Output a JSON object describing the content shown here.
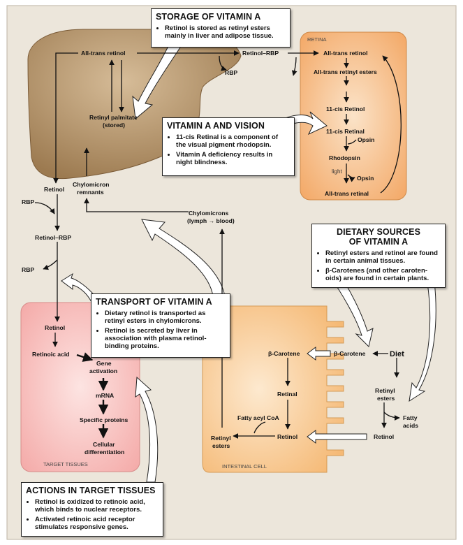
{
  "labels": {
    "all_trans_retinol_liver": "All-trans retinol",
    "retinyl_palmitate": "Retinyl palmitate",
    "stored": "(stored)",
    "retinol_rbp_top": "Retinol–RBP",
    "rbp_top": "RBP",
    "retina_label": "RETINA",
    "retina_all_trans_retinol": "All-trans retinol",
    "all_trans_retinyl_esters": "All-trans retinyl esters",
    "eleven_cis_retinol": "11-cis Retinol",
    "eleven_cis_retinal": "11-cis Retinal",
    "opsin_1": "Opsin",
    "rhodopsin": "Rhodopsin",
    "light": "light",
    "opsin_2": "Opsin",
    "all_trans_retinal": "All-trans retinal",
    "retinol_left": "Retinol",
    "chylomicron_remnants_1": "Chylomicron",
    "chylomicron_remnants_2": "remnants",
    "rbp_left": "RBP",
    "retinol_rbp_left": "Retinol–RBP",
    "rbp_left_out": "RBP",
    "chylomicrons_1": "Chylomicrons",
    "chylomicrons_2": "(lymph → blood)",
    "target_retinol": "Retinol",
    "retinoic_acid": "Retinoic acid",
    "gene_activation_1": "Gene",
    "gene_activation_2": "activation",
    "mrna": "mRNA",
    "specific_proteins": "Specific proteins",
    "cellular_1": "Cellular",
    "cellular_2": "differentiation",
    "target_tissues": "TARGET TISSUES",
    "beta_carotene_cell": "β-Carotene",
    "beta_carotene_diet": "β-Carotene",
    "diet": "Diet",
    "retinal_cell": "Retinal",
    "fatty_acyl_coa": "Fatty acyl CoA",
    "retinyl_esters_cell_1": "Retinyl",
    "retinyl_esters_cell_2": "esters",
    "retinol_cell": "Retinol",
    "retinyl_esters_diet_1": "Retinyl",
    "retinyl_esters_diet_2": "esters",
    "fatty_acids_1": "Fatty",
    "fatty_acids_2": "acids",
    "retinol_diet": "Retinol",
    "intestinal_cell": "INTESTINAL CELL"
  },
  "boxes": {
    "storage": {
      "title": "STORAGE OF VITAMIN A",
      "items": [
        "Retinol is stored as retinyl esters mainly in liver and adipose tissue."
      ]
    },
    "vision": {
      "title": "VITAMIN A AND VISION",
      "items": [
        "11-cis Retinal is a component of the visual pigment rhodopsin.",
        "Vitamin A deficiency results in night blindness."
      ]
    },
    "dietary": {
      "title1": "DIETARY SOURCES",
      "title2": "OF VITAMIN A",
      "items": [
        "Retinyl esters and retinol are found in certain animal tissues.",
        "β-Carotenes (and other caroten-oids) are found in certain plants."
      ]
    },
    "transport": {
      "title": "TRANSPORT OF VITAMIN A",
      "items": [
        "Dietary retinol is transported as retinyl esters in chylomicrons.",
        "Retinol is secreted by liver in association with plasma retinol-binding proteins."
      ]
    },
    "actions": {
      "title": "ACTIONS IN TARGET TISSUES",
      "items": [
        "Retinol is oxidized to retinoic acid, which binds to nuclear receptors.",
        "Activated retinoic acid receptor stimulates responsive genes."
      ]
    }
  },
  "colors": {
    "background": "#ece6db",
    "liver": "#a7865e",
    "retina": "#f5b77c",
    "target": "#f7c1bf",
    "intestine": "#f8cf9a"
  }
}
